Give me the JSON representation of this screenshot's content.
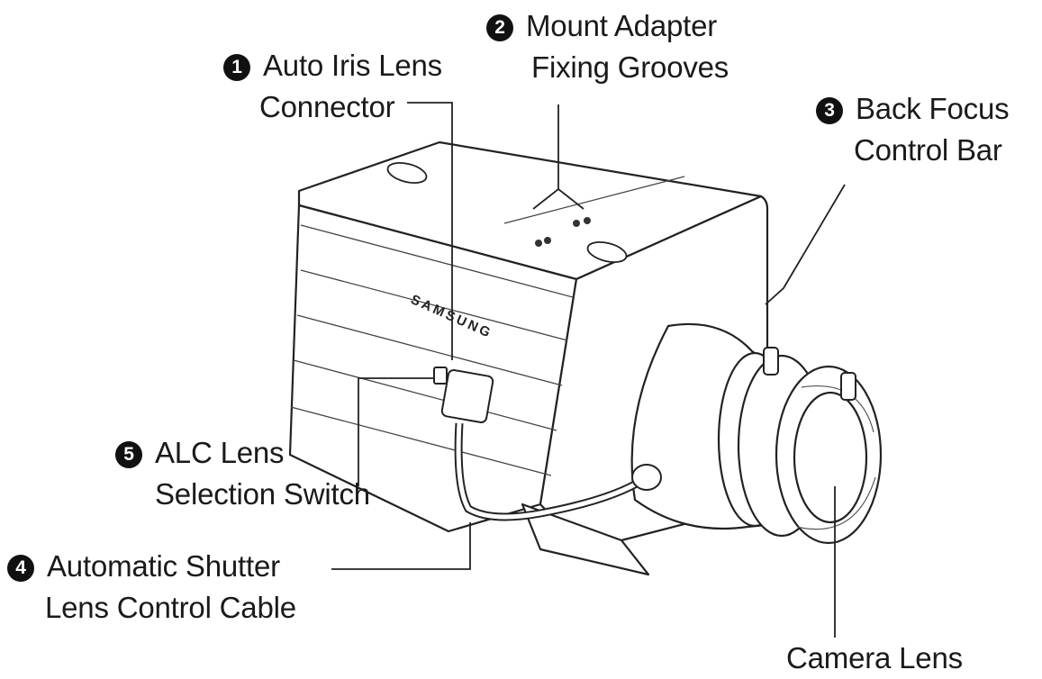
{
  "callouts": [
    {
      "id": "auto-iris",
      "number": "1",
      "lines": [
        "Auto Iris Lens",
        "Connector"
      ]
    },
    {
      "id": "mount-adapter",
      "number": "2",
      "lines": [
        "Mount Adapter",
        "Fixing Grooves"
      ]
    },
    {
      "id": "back-focus",
      "number": "3",
      "lines": [
        "Back Focus",
        "Control Bar"
      ]
    },
    {
      "id": "shutter-cable",
      "number": "4",
      "lines": [
        "Automatic Shutter",
        "Lens Control Cable"
      ]
    },
    {
      "id": "alc-switch",
      "number": "5",
      "lines": [
        "ALC Lens",
        "Selection Switch"
      ]
    },
    {
      "id": "camera-lens",
      "number": "",
      "lines": [
        "Camera Lens"
      ]
    }
  ],
  "brand_marking": "SAMSUNG",
  "colors": {
    "ink": "#1a1a1a",
    "badge": "#111111",
    "background": "#ffffff"
  }
}
